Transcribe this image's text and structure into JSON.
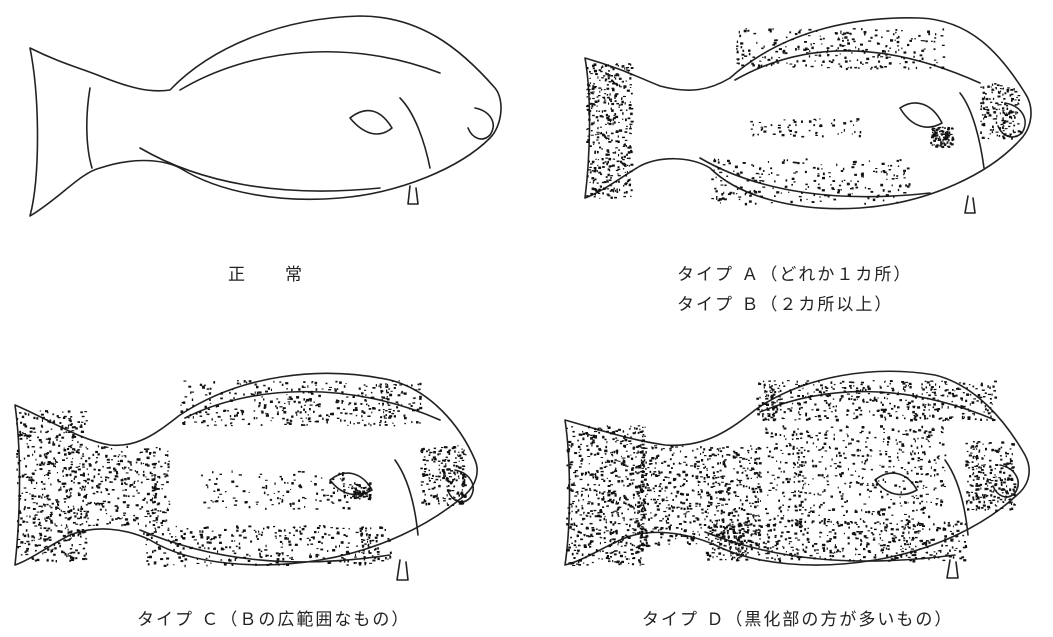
{
  "panels": [
    {
      "id": "normal",
      "caption": "正　　常",
      "pattern": "none"
    },
    {
      "id": "typeAB",
      "caption_lines": [
        "タイプ Ａ（どれか１カ所）",
        "タイプ Ｂ（２カ所以上）"
      ],
      "pattern": "partial"
    },
    {
      "id": "typeC",
      "caption": "タイプ Ｃ（Ｂの広範囲なもの）",
      "pattern": "wide"
    },
    {
      "id": "typeD",
      "caption": "タイプ Ｄ（黒化部の方が多いもの）",
      "pattern": "heavy"
    }
  ],
  "colors": {
    "line": "#222222",
    "speckle": "#111111"
  }
}
